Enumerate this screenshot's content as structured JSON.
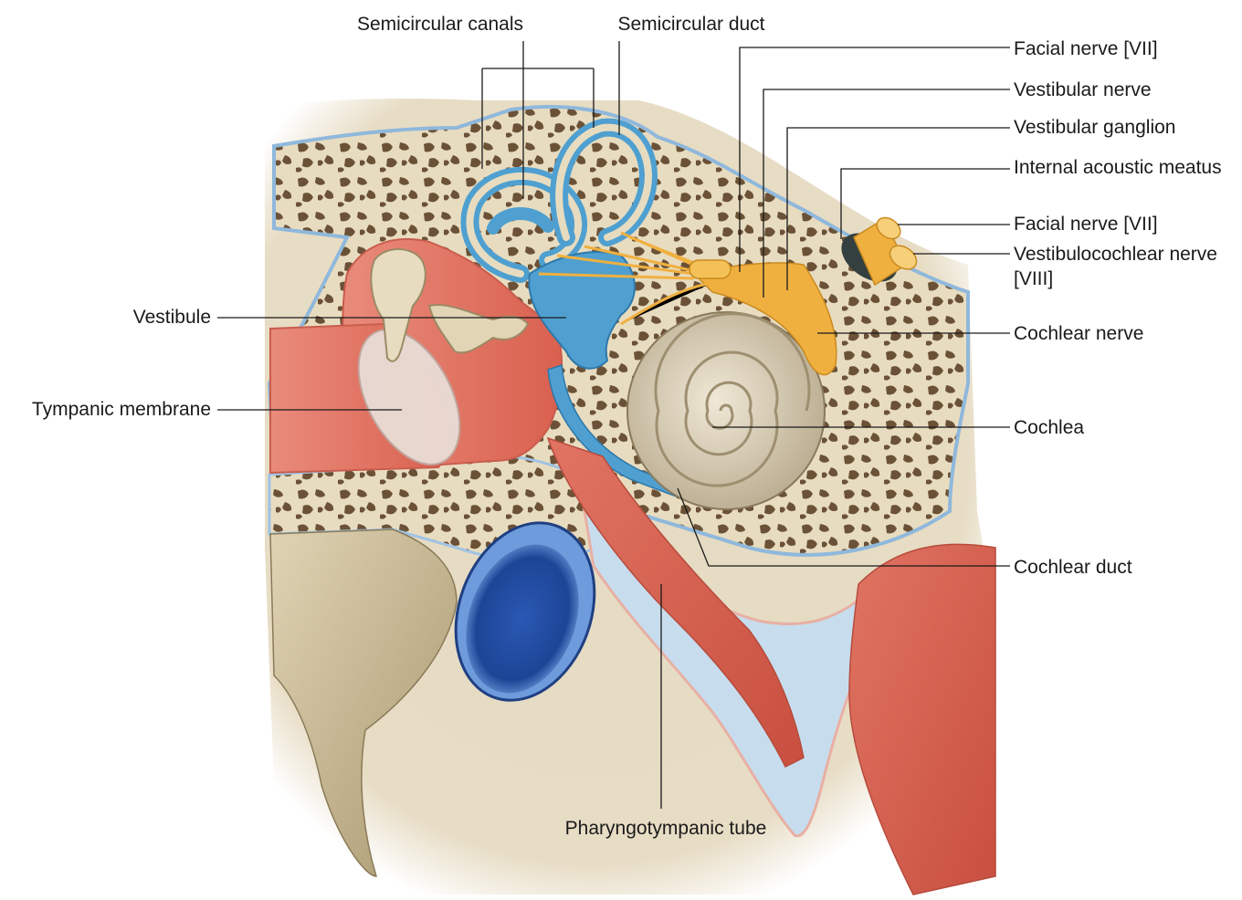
{
  "labels": {
    "semicircular_canals": "Semicircular canals",
    "semicircular_duct": "Semicircular duct",
    "facial_nerve_top": "Facial nerve [VII]",
    "vestibular_nerve": "Vestibular nerve",
    "vestibular_ganglion": "Vestibular ganglion",
    "internal_acoustic_meatus": "Internal acoustic meatus",
    "facial_nerve_bottom": "Facial nerve [VII]",
    "vestibulocochlear_line1": "Vestibulocochlear nerve",
    "vestibulocochlear_line2": "[VIII]",
    "cochlear_nerve": "Cochlear nerve",
    "cochlea": "Cochlea",
    "cochlear_duct": "Cochlear duct",
    "vestibule": "Vestibule",
    "tympanic_membrane": "Tympanic membrane",
    "pharyngotympanic_tube": "Pharyngotympanic tube"
  },
  "colors": {
    "bone": "#e8dcc0",
    "bone_pore": "#6b5236",
    "membranous_labyrinth": "#4fa0d0",
    "nerve": "#f0b040",
    "mucosa": "#e6786a",
    "cochlea_shell": "#cfc2a6",
    "carotid_blue": "#2f5fb0",
    "periosteum": "#9fc4e4"
  }
}
